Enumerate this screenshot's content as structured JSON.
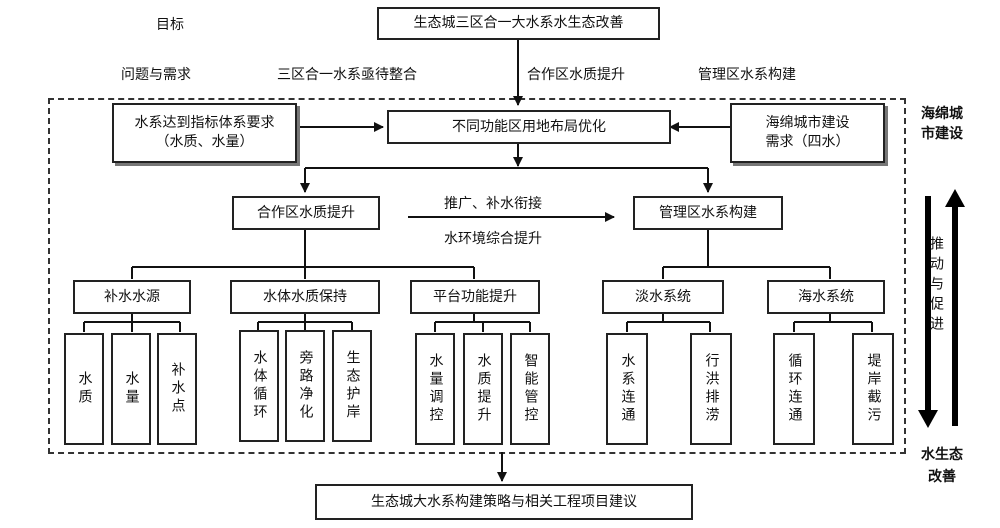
{
  "header": {
    "goal_label": "目标",
    "goal": "生态城三区合一大水系水生态改善",
    "problem_label": "问题与需求",
    "problem_1": "三区合一水系亟待整合",
    "problem_2": "合作区水质提升",
    "problem_3": "管理区水系构建"
  },
  "left_input": {
    "line1": "水系达到指标体系要求",
    "line2": "（水质、水量）"
  },
  "right_input": {
    "line1": "海绵城市建设",
    "line2": "需求（四水）"
  },
  "center_top": "不同功能区用地布局优化",
  "cooperation": "合作区水质提升",
  "management": "管理区水系构建",
  "link_top": "推广、补水衔接",
  "link_bottom": "水环境综合提升",
  "groups": [
    {
      "title": "补水水源",
      "leaves": [
        "水质",
        "水量",
        "补水点"
      ]
    },
    {
      "title": "水体水质保持",
      "leaves": [
        "水体循环",
        "旁路净化",
        "生态护岸"
      ]
    },
    {
      "title": "平台功能提升",
      "leaves": [
        "水量调控",
        "水质提升",
        "智能管控"
      ]
    },
    {
      "title": "淡水系统",
      "leaves": [
        "水系连通",
        "行洪排涝"
      ]
    },
    {
      "title": "海水系统",
      "leaves": [
        "循环连通",
        "堤岸截污"
      ]
    }
  ],
  "side": {
    "top": "海绵城市建设",
    "middle": "推动与促进",
    "bottom": "水生态改善"
  },
  "output": "生态城大水系构建策略与相关工程项目建议"
}
